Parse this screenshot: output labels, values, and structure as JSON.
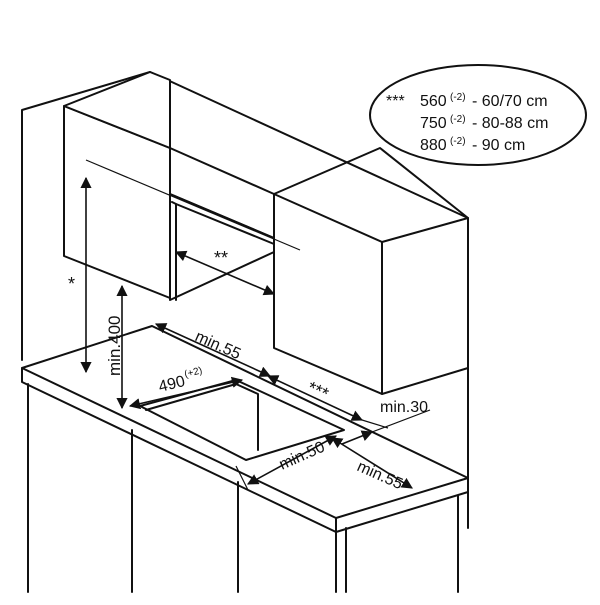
{
  "legend": {
    "rows": [
      {
        "marker": "***",
        "width": "560",
        "tol": "-2",
        "range": " - 60/70 cm"
      },
      {
        "marker": "",
        "width": "750",
        "tol": "-2",
        "range": " - 80-88 cm"
      },
      {
        "marker": "",
        "width": "880",
        "tol": "-2",
        "range": " - 90 cm"
      }
    ]
  },
  "labels": {
    "star_height": "*",
    "star_hood": "**",
    "star_width": "***",
    "min400": "min.400",
    "min55_back": "min.55",
    "min55_right": "min.55",
    "min30": "min.30",
    "min50": "min.50",
    "depth_value": "490",
    "depth_tol": "(+2)"
  }
}
